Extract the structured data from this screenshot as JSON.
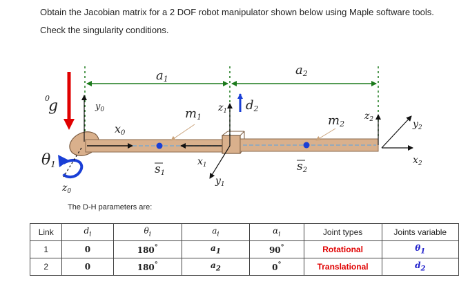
{
  "problem": {
    "line1": "Obtain the Jacobian matrix for a 2 DOF robot manipulator shown below using Maple software tools.",
    "line2": "Check the singularity conditions."
  },
  "diagram": {
    "labels": {
      "a1": "a",
      "a1_sub": "1",
      "a2": "a",
      "a2_sub": "2",
      "g": "g",
      "g_sup": "0",
      "y0": "y",
      "y0_sub": "0",
      "x0": "x",
      "x0_sub": "0",
      "theta1": "θ",
      "theta1_sub": "1",
      "z0": "z",
      "z0_sub": "0",
      "m1": "m",
      "m1_sub": "1",
      "z1": "z",
      "z1_sub": "1",
      "d2": "d",
      "d2_sub": "2",
      "x1": "x",
      "x1_sub": "1",
      "y1": "y",
      "y1_sub": "1",
      "s1": "s",
      "s1_sub": "1",
      "m2": "m",
      "m2_sub": "2",
      "z2": "z",
      "z2_sub": "2",
      "y2": "y",
      "y2_sub": "2",
      "x2": "x",
      "x2_sub": "2",
      "s2": "s",
      "s2_sub": "2"
    }
  },
  "dh_caption": "The D-H parameters are:",
  "table": {
    "headers": {
      "link": "Link",
      "d": "d",
      "d_sub": "i",
      "theta": "θ",
      "theta_sub": "i",
      "a": "a",
      "a_sub": "i",
      "alpha": "α",
      "alpha_sub": "i",
      "joint_types": "Joint types",
      "joint_vars": "Joints variable"
    },
    "rows": [
      {
        "link": "1",
        "d": "0",
        "theta": "180",
        "theta_sup": "°",
        "a": "a",
        "a_sub": "1",
        "alpha": "90",
        "alpha_sup": "°",
        "type": "Rotational",
        "var": "θ",
        "var_sub": "1"
      },
      {
        "link": "2",
        "d": "0",
        "theta": "180",
        "theta_sup": "°",
        "a": "a",
        "a_sub": "2",
        "alpha": "0",
        "alpha_sup": "°",
        "type": "Translational",
        "var": "d",
        "var_sub": "2"
      }
    ]
  }
}
